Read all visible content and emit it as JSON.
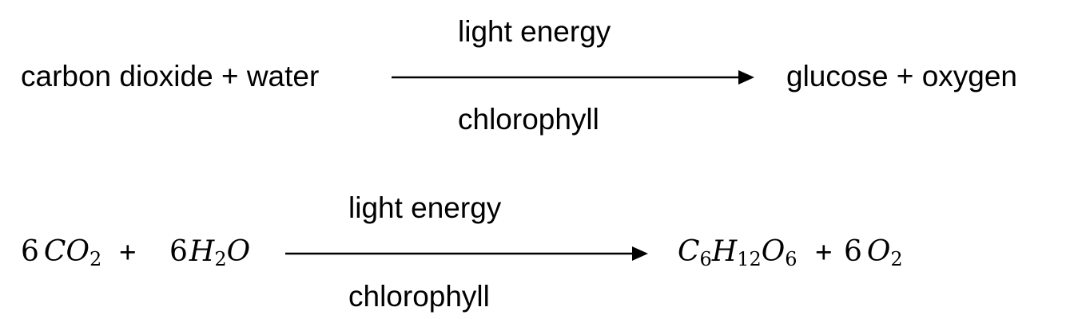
{
  "word_equation": {
    "reactants": "carbon dioxide + water",
    "products": "glucose + oxygen",
    "condition_above": "light energy",
    "condition_below": "chlorophyll"
  },
  "symbol_equation": {
    "reactant_1": {
      "coefficient": "6",
      "formula": [
        [
          "C",
          ""
        ],
        [
          "O",
          "2"
        ]
      ]
    },
    "plus_1": "+",
    "reactant_2": {
      "coefficient": "6",
      "formula": [
        [
          "H",
          "2"
        ],
        [
          "O",
          ""
        ]
      ]
    },
    "product_1": {
      "coefficient": "",
      "formula": [
        [
          "C",
          "6"
        ],
        [
          "H",
          "12"
        ],
        [
          "O",
          "6"
        ]
      ]
    },
    "plus_2": "+",
    "product_2": {
      "coefficient": "6",
      "formula": [
        [
          "O",
          "2"
        ]
      ]
    },
    "condition_above": "light energy",
    "condition_below": "chlorophyll"
  }
}
